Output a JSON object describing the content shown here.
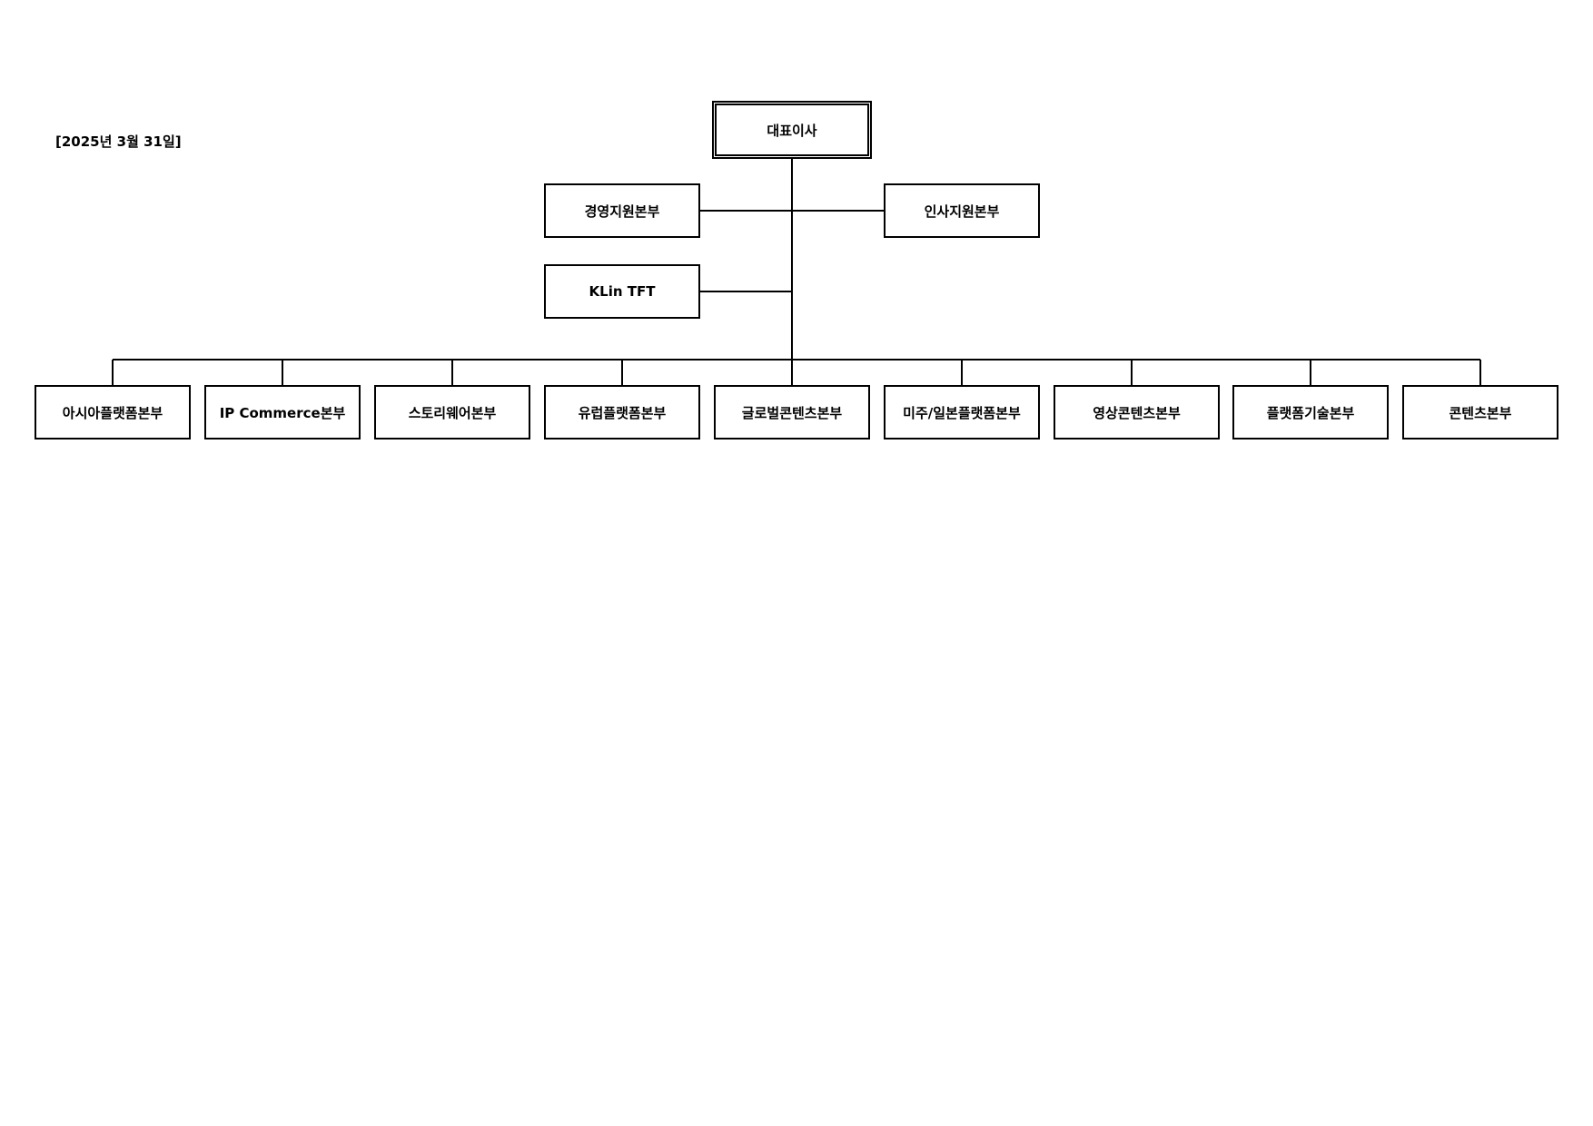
{
  "date": "[2025년 3월 31일]",
  "ceo": {
    "label": "대표이사"
  },
  "staff": [
    {
      "label": "경영지원본부"
    },
    {
      "label": "인사지원본부"
    },
    {
      "label": "KLin TFT"
    }
  ],
  "divisions": [
    {
      "label": "아시아플랫폼본부"
    },
    {
      "label": "IP Commerce본부"
    },
    {
      "label": "스토리웨어본부"
    },
    {
      "label": "유럽플랫폼본부"
    },
    {
      "label": "글로벌콘텐츠본부"
    },
    {
      "label": "미주/일본플랫폼본부"
    },
    {
      "label": "영상콘텐츠본부"
    },
    {
      "label": "플랫폼기술본부"
    },
    {
      "label": "콘텐츠본부"
    }
  ]
}
